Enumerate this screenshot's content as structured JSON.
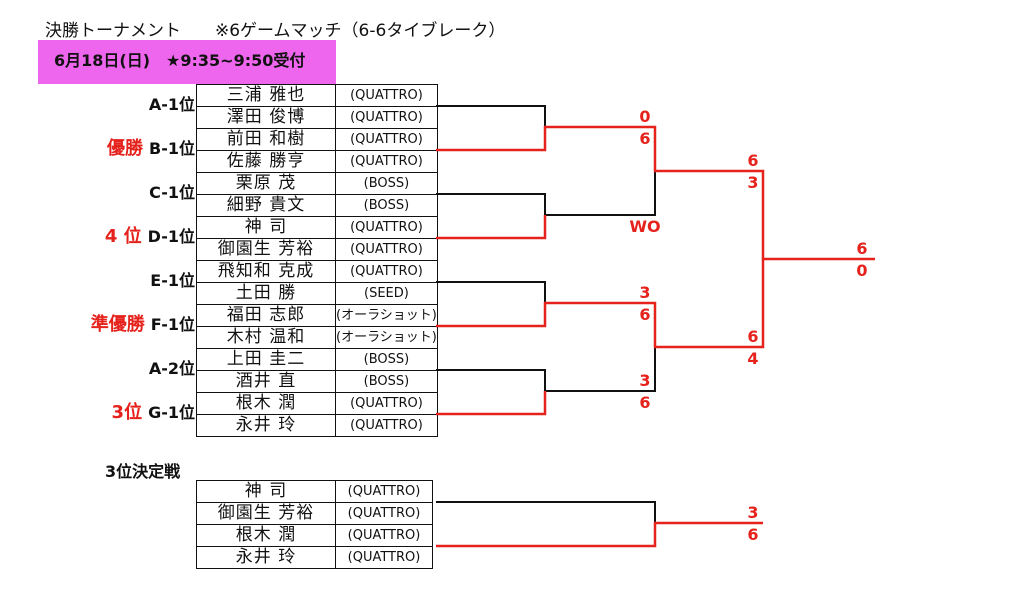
{
  "header": {
    "title": "決勝トーナメント　　※6ゲームマッチ（6-6タイブレーク）",
    "date_box": "6月18日(日)　★9:35~9:50受付"
  },
  "seeds": [
    {
      "result": "",
      "label": "A-1位"
    },
    {
      "result": "優勝",
      "label": "B-1位"
    },
    {
      "result": "",
      "label": "C-1位"
    },
    {
      "result": "4 位",
      "label": "D-1位"
    },
    {
      "result": "",
      "label": "E-1位"
    },
    {
      "result": "準優勝",
      "label": "F-1位"
    },
    {
      "result": "",
      "label": "A-2位"
    },
    {
      "result": "3位",
      "label": "G-1位"
    }
  ],
  "main_bracket": [
    [
      {
        "name": "三浦 雅也",
        "club": "(QUATTRO)"
      },
      {
        "name": "澤田 俊博",
        "club": "(QUATTRO)"
      }
    ],
    [
      {
        "name": "前田 和樹",
        "club": "(QUATTRO)"
      },
      {
        "name": "佐藤 勝亨",
        "club": "(QUATTRO)"
      }
    ],
    [
      {
        "name": "栗原 茂",
        "club": "(BOSS)"
      },
      {
        "name": "細野 貴文",
        "club": "(BOSS)"
      }
    ],
    [
      {
        "name": "神 司",
        "club": "(QUATTRO)"
      },
      {
        "name": "御園生 芳裕",
        "club": "(QUATTRO)"
      }
    ],
    [
      {
        "name": "飛知和 克成",
        "club": "(QUATTRO)"
      },
      {
        "name": "土田 勝",
        "club": "(SEED)"
      }
    ],
    [
      {
        "name": "福田 志郎",
        "club": "(オーラショット)"
      },
      {
        "name": "木村 温和",
        "club": "(オーラショット)"
      }
    ],
    [
      {
        "name": "上田 圭二",
        "club": "(BOSS)"
      },
      {
        "name": "酒井 直",
        "club": "(BOSS)"
      }
    ],
    [
      {
        "name": "根木 潤",
        "club": "(QUATTRO)"
      },
      {
        "name": "永井 玲",
        "club": "(QUATTRO)"
      }
    ]
  ],
  "third_place": {
    "label": "3位決定戦",
    "pairs": [
      [
        {
          "name": "神 司",
          "club": "(QUATTRO)"
        },
        {
          "name": "御園生 芳裕",
          "club": "(QUATTRO)"
        }
      ],
      [
        {
          "name": "根木 潤",
          "club": "(QUATTRO)"
        },
        {
          "name": "永井 玲",
          "club": "(QUATTRO)"
        }
      ]
    ]
  },
  "scores": {
    "qf1": [
      "0",
      "6"
    ],
    "qf2": [
      "",
      "WO"
    ],
    "qf3": [
      "3",
      "6"
    ],
    "qf4": [
      "3",
      "6"
    ],
    "sf1": [
      "6",
      "3"
    ],
    "sf2": [
      "6",
      "4"
    ],
    "final": [
      "6",
      "0"
    ],
    "third": [
      "3",
      "6"
    ]
  },
  "colors": {
    "winner_line": "#e5221c",
    "line": "#111111",
    "date_box": "#ee66ee",
    "result_text": "#e5221c"
  }
}
